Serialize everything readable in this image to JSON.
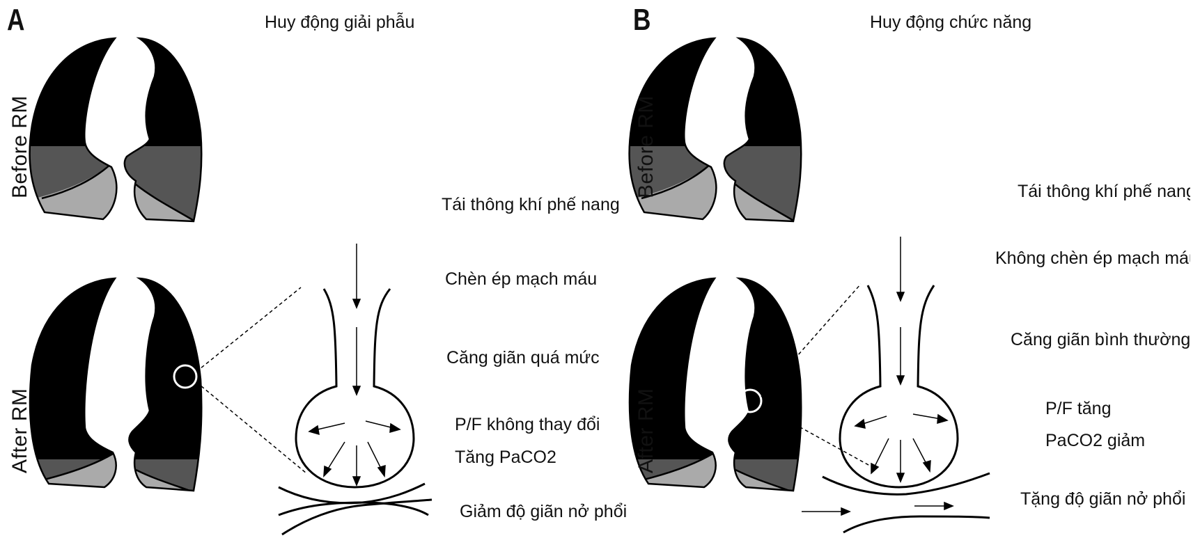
{
  "panel_a": {
    "letter": "A",
    "title": "Huy động giải phẫu",
    "before_label": "Before RM",
    "after_label": "After RM",
    "notes": {
      "recruit": "Tái thông khí phế nang",
      "vessel": "Chèn ép mạch máu",
      "distension": "Căng giãn quá mức",
      "pf": "P/F không thay đổi",
      "paco2": "Tăng PaCO2",
      "compliance": "Giảm độ giãn nở phổi"
    }
  },
  "panel_b": {
    "letter": "B",
    "title": "Huy động chức năng",
    "before_label": "Before RM",
    "after_label": "After RM",
    "notes": {
      "recruit": "Tái thông khí phế nang",
      "vessel": "Không chèn ép mạch máu",
      "distension": "Căng giãn bình thường",
      "pf": "P/F tăng",
      "paco2": "PaCO2 giảm",
      "compliance": "Tặng độ giãn nở phổi"
    }
  },
  "colors": {
    "aerated": "#000000",
    "poorly_aerated": "#555555",
    "non_aerated": "#aaaaaa",
    "background": "#ffffff"
  }
}
